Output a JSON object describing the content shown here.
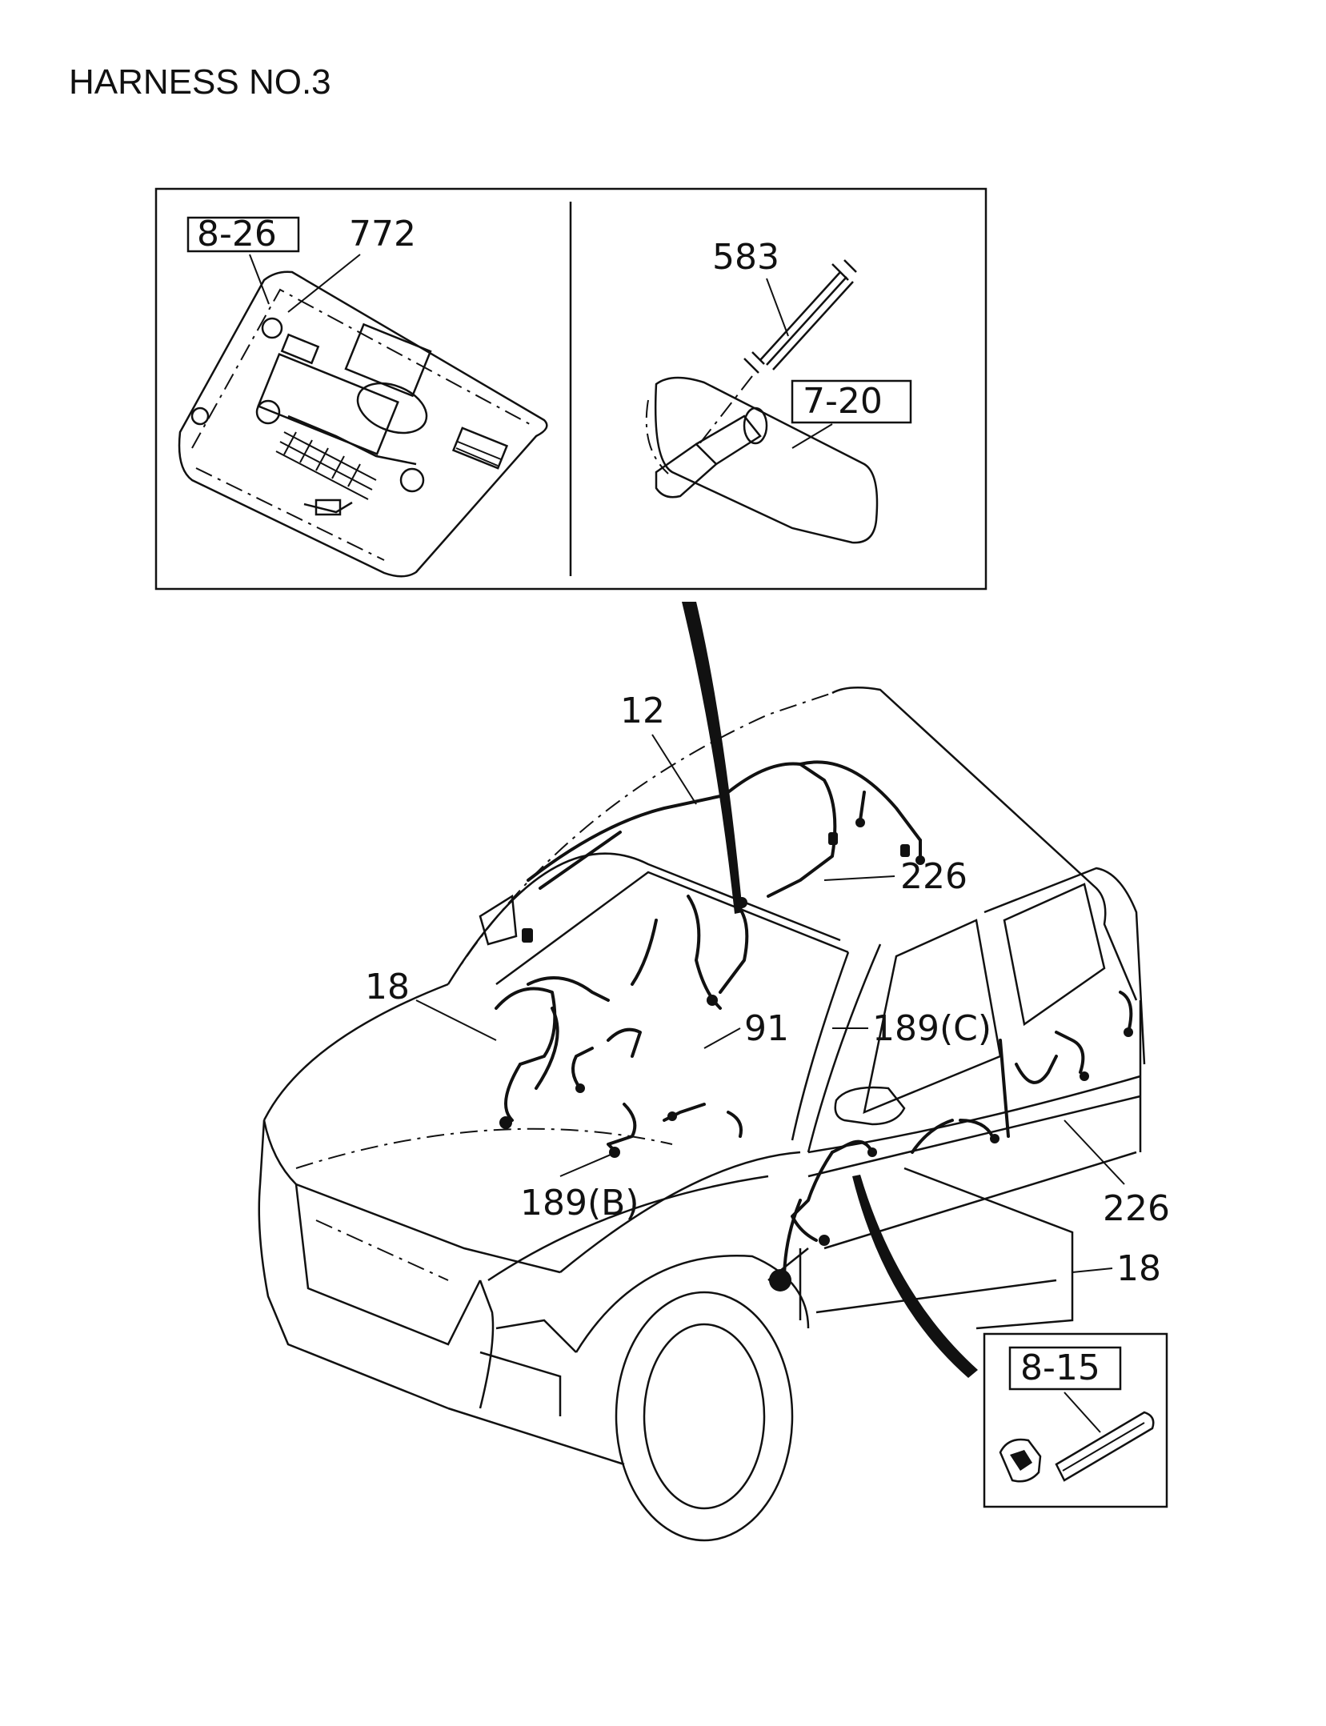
{
  "title": "HARNESS NO.3",
  "inset_top_left": {
    "ref_box": "8-26",
    "part": "772"
  },
  "inset_top_right": {
    "ref_box": "7-20",
    "part": "583"
  },
  "inset_bottom_right": {
    "ref_box": "8-15"
  },
  "callouts": {
    "c12": "12",
    "c226_top": "226",
    "c18_left": "18",
    "c91": "91",
    "c189c": "189(C)",
    "c189b": "189(B)",
    "c226_right": "226",
    "c18_right": "18"
  }
}
